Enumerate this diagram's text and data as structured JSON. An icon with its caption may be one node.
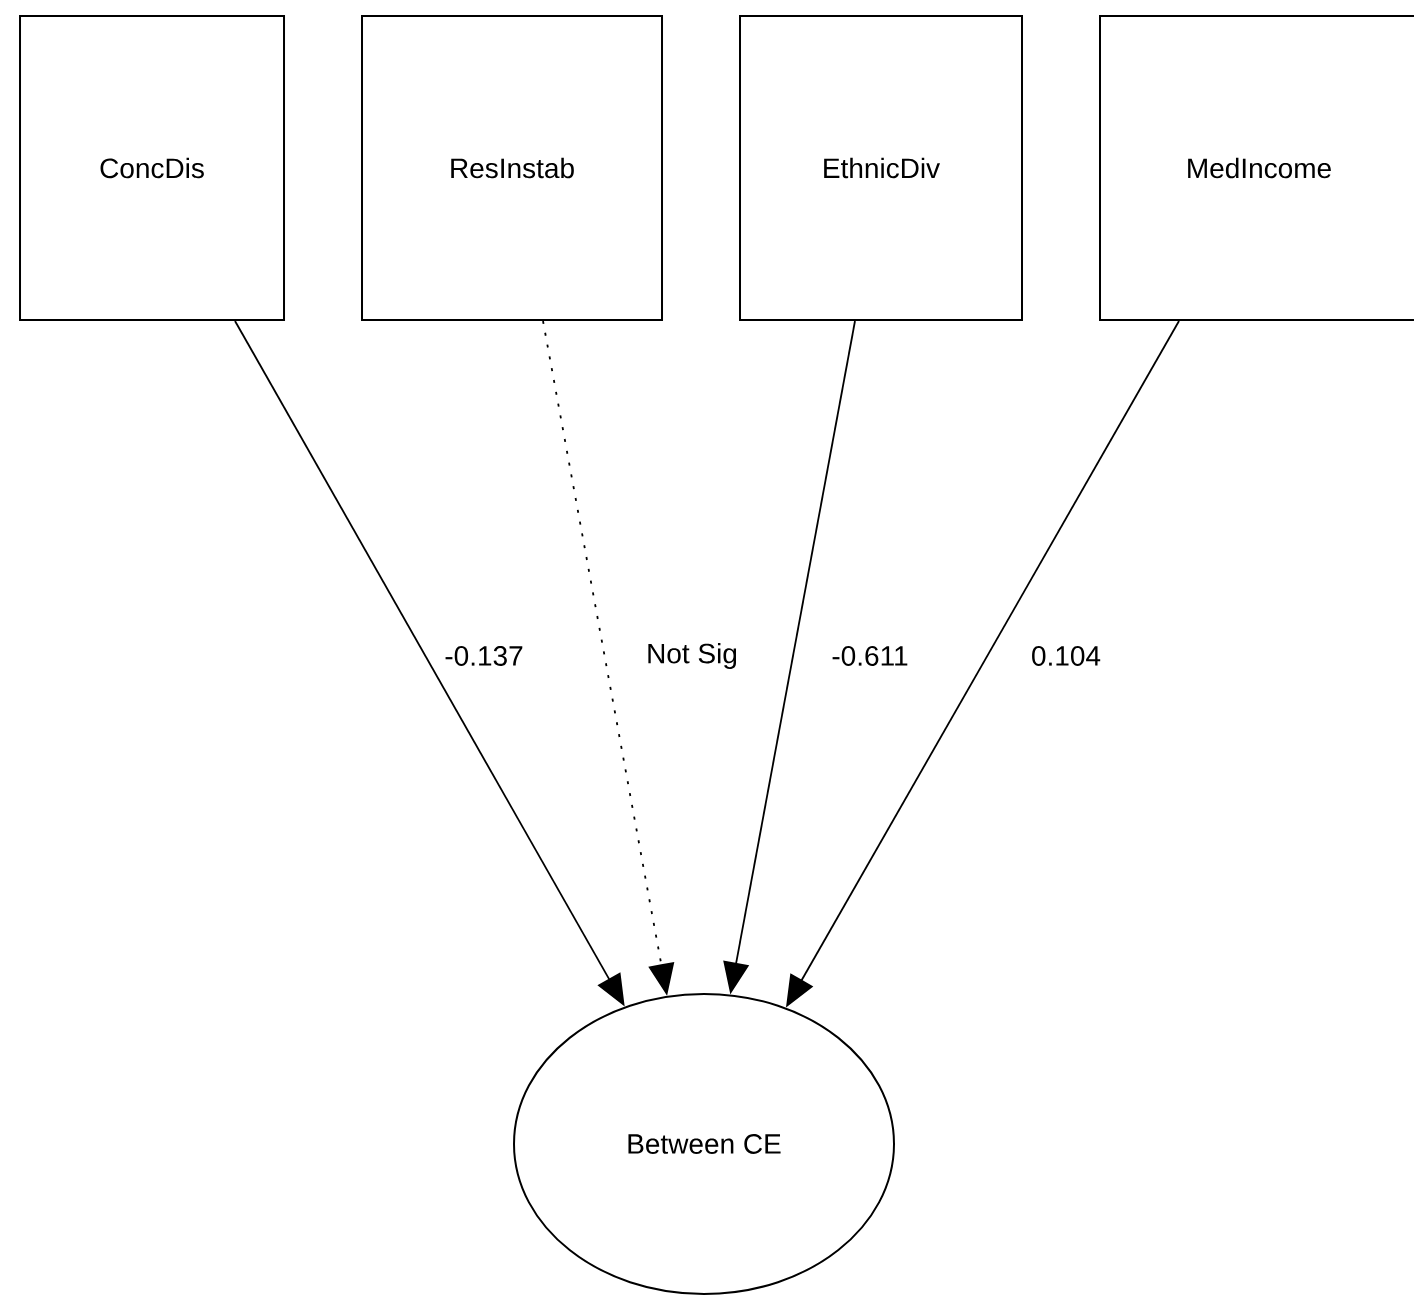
{
  "diagram": {
    "nodes": [
      {
        "text": [
          "ConcDis"
        ]
      },
      {
        "text": [
          "ResInstab"
        ]
      },
      {
        "text": [
          "EthnicDiv"
        ]
      },
      {
        "text": [
          "MedIncome"
        ]
      },
      {
        "text": [
          "Between CE"
        ]
      }
    ],
    "edges": [
      {
        "from": 0,
        "to": 4,
        "arrow": "to",
        "label": "-0.137"
      },
      {
        "from": 1,
        "to": 4,
        "arrow": "to",
        "label": "Not Sig",
        "style": "dashed"
      },
      {
        "from": 2,
        "to": 4,
        "arrow": "to",
        "label": "-0.611"
      },
      {
        "from": 3,
        "to": 4,
        "arrow": "to",
        "label": "0.104"
      }
    ]
  }
}
